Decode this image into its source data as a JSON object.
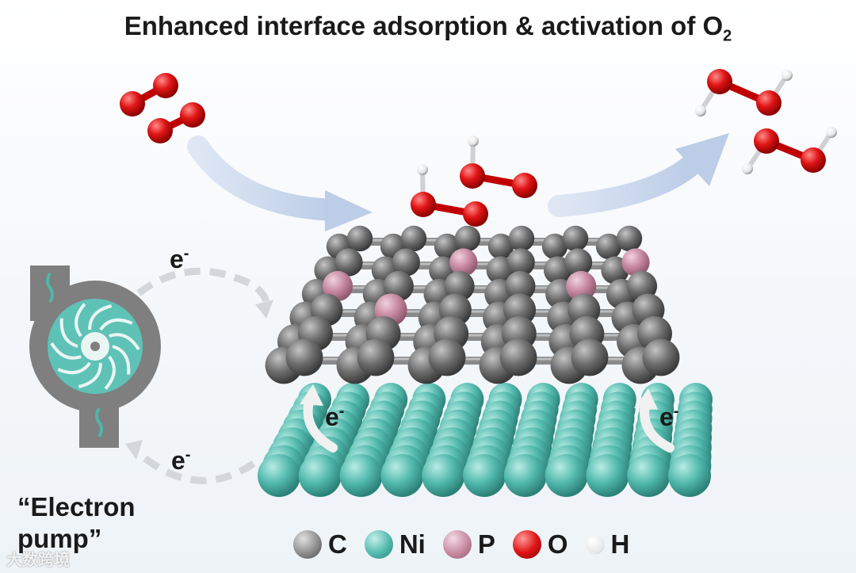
{
  "title": {
    "main": "Enhanced interface adsorption & activation of O",
    "sub": "2"
  },
  "electron_label": "e",
  "electron_sup": "-",
  "pump_caption": {
    "line1": "“Electron",
    "line2": "pump”"
  },
  "legend": [
    {
      "symbol": "C",
      "color": "#8c8c8c"
    },
    {
      "symbol": "Ni",
      "color": "#52b9ad"
    },
    {
      "symbol": "P",
      "color": "#c7889f"
    },
    {
      "symbol": "O",
      "color": "#e01515"
    },
    {
      "symbol": "H",
      "color": "#f4f4f4"
    }
  ],
  "watermark": "大数跨境"
}
